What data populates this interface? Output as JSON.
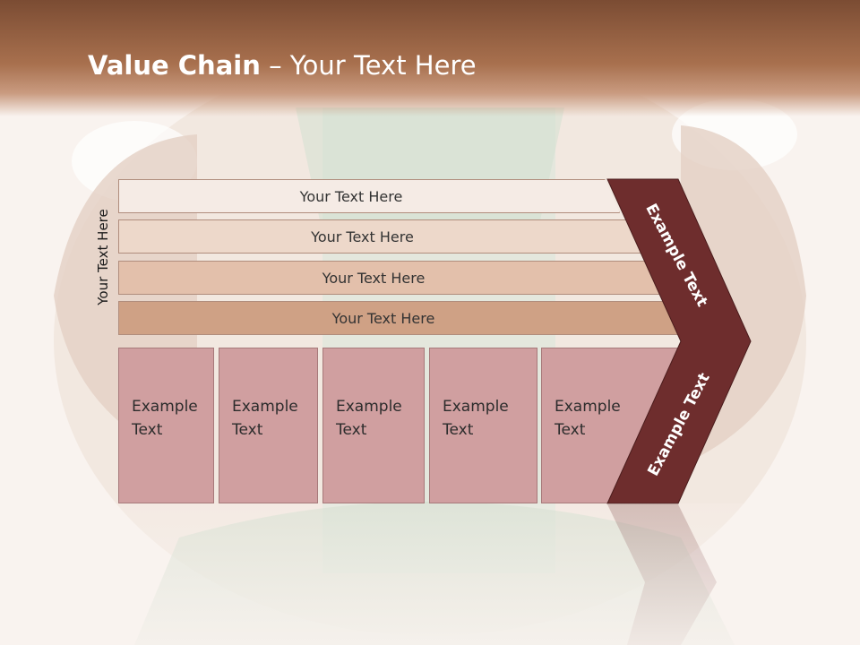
{
  "title": {
    "bold": "Value Chain",
    "rest": " – Your Text Here"
  },
  "side_label": "Your Text Here",
  "bars": [
    {
      "label": "Your Text Here",
      "color": "#f5ebe5"
    },
    {
      "label": "Your Text Here",
      "color": "#edd8ca"
    },
    {
      "label": "Your Text Here",
      "color": "#e3c0ab"
    },
    {
      "label": "Your Text Here",
      "color": "#cfa185"
    }
  ],
  "columns": [
    {
      "line1": "Example",
      "line2": "Text"
    },
    {
      "line1": "Example",
      "line2": "Text"
    },
    {
      "line1": "Example",
      "line2": "Text"
    },
    {
      "line1": "Example",
      "line2": "Text"
    },
    {
      "line1": "Example",
      "line2": "Text"
    }
  ],
  "chevron_upper": "Example Text",
  "chevron_lower": "Example Text",
  "colors": {
    "chevron": "#6e2d2d",
    "column": "#d09fa0",
    "header": "#8b583b"
  }
}
